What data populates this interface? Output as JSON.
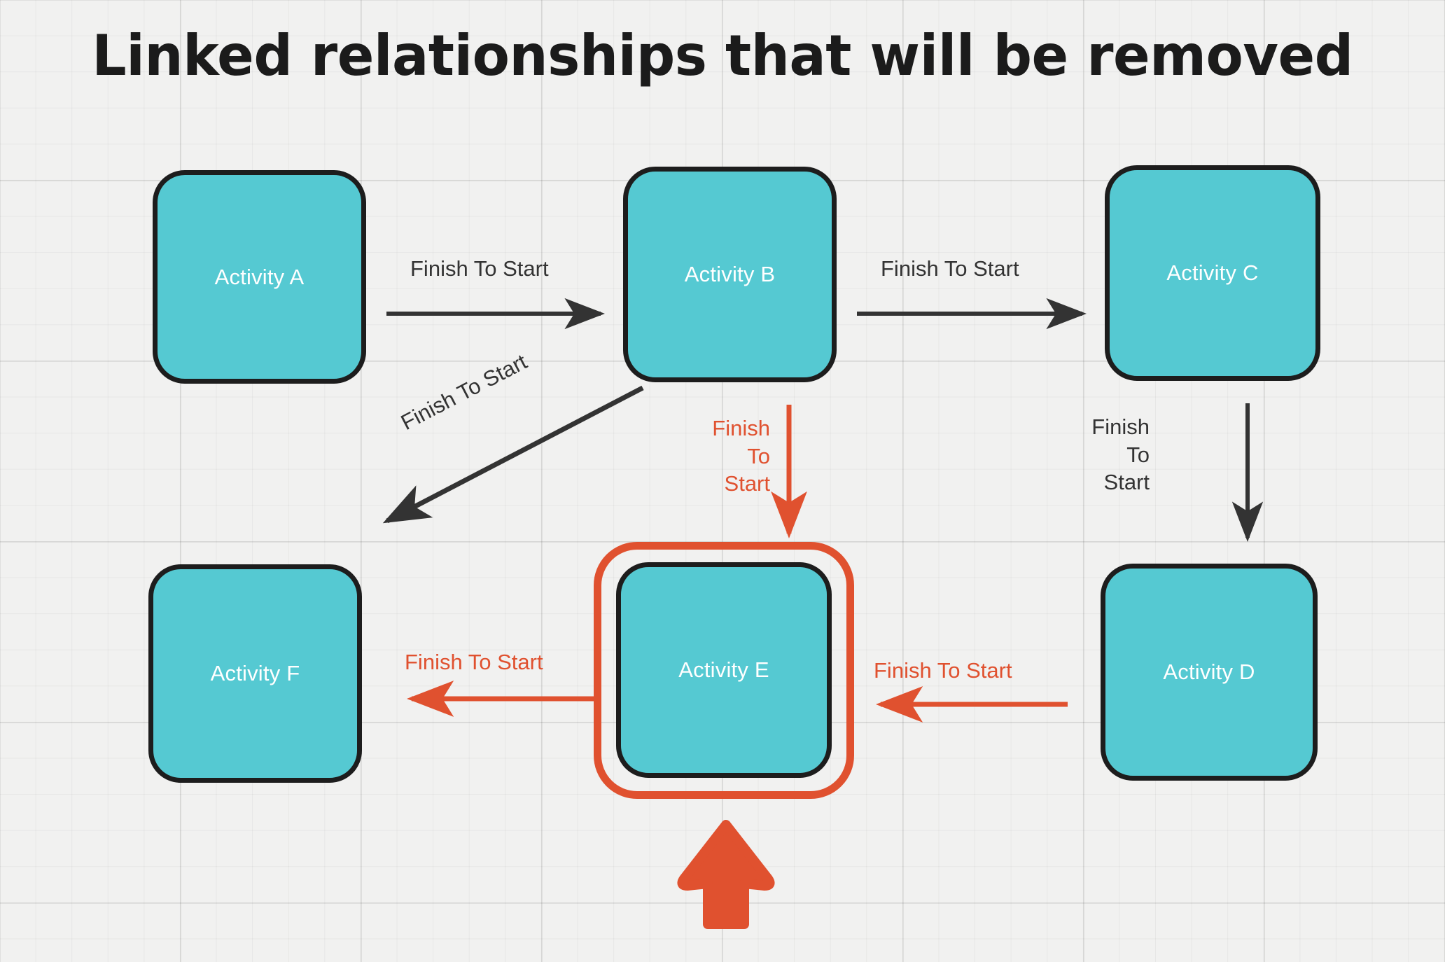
{
  "page": {
    "title": "Linked relationships that will be removed",
    "background_color": "#f1f1f0",
    "grid": true
  },
  "colors": {
    "node_fill": "#55c9d2",
    "node_border": "#1d1d1d",
    "node_text": "#ffffff",
    "default_edge": "#333333",
    "highlight_edge": "#e0512f",
    "title_text": "#1b1b1b",
    "background": "#f1f1f0"
  },
  "nodes": [
    {
      "id": "a",
      "label": "Activity A"
    },
    {
      "id": "b",
      "label": "Activity B"
    },
    {
      "id": "c",
      "label": "Activity C"
    },
    {
      "id": "d",
      "label": "Activity D"
    },
    {
      "id": "e",
      "label": "Activity E"
    },
    {
      "id": "f",
      "label": "Activity F"
    }
  ],
  "edges": [
    {
      "id": "ab",
      "from": "Activity A",
      "to": "Activity B",
      "label": "Finish To Start",
      "style": "normal",
      "color": "#333333"
    },
    {
      "id": "bc",
      "from": "Activity B",
      "to": "Activity C",
      "label": "Finish To Start",
      "style": "normal",
      "color": "#333333"
    },
    {
      "id": "bf",
      "from": "Activity B",
      "to": "Activity F",
      "label": "Finish To Start",
      "style": "normal",
      "color": "#333333"
    },
    {
      "id": "cd",
      "from": "Activity C",
      "to": "Activity D",
      "label": "Finish To Start",
      "style": "normal",
      "color": "#333333"
    },
    {
      "id": "be",
      "from": "Activity B",
      "to": "Activity E",
      "label": "Finish To Start",
      "style": "highlight",
      "color": "#e0512f"
    },
    {
      "id": "ef",
      "from": "Activity E",
      "to": "Activity F",
      "label": "Finish To Start",
      "style": "highlight",
      "color": "#e0512f"
    },
    {
      "id": "de",
      "from": "Activity D",
      "to": "Activity E",
      "label": "Finish To Start",
      "style": "highlight",
      "color": "#e0512f"
    }
  ],
  "stacked_labels": {
    "be": {
      "line1": "Finish",
      "line2": "To",
      "line3": "Start"
    },
    "cd": {
      "line1": "Finish",
      "line2": "To",
      "line3": "Start"
    }
  },
  "annotations": {
    "highlight_ring_target": "Activity E",
    "pointer_arrow": "up-arrow-pointing-at-activity-e"
  }
}
